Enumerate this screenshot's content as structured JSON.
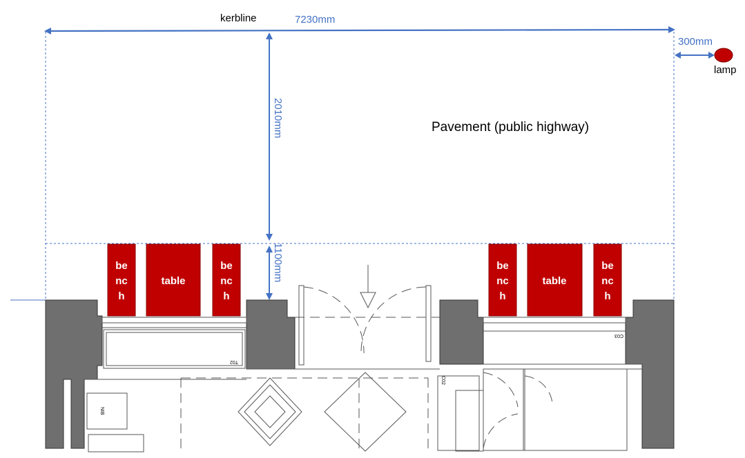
{
  "labels": {
    "kerbline": "kerbline",
    "pavement": "Pavement (public highway)",
    "lamp": "lamp"
  },
  "dimensions": {
    "width": "7230mm",
    "lamp_offset": "300mm",
    "pavement_depth": "2010mm",
    "seating_depth": "1100mm"
  },
  "furniture": {
    "left": [
      {
        "lines": [
          "be",
          "nc",
          "h"
        ]
      },
      {
        "lines": [
          "table"
        ]
      },
      {
        "lines": [
          "be",
          "nc",
          "h"
        ]
      }
    ],
    "right": [
      {
        "lines": [
          "be",
          "nc",
          "h"
        ]
      },
      {
        "lines": [
          "table"
        ]
      },
      {
        "lines": [
          "be",
          "nc",
          "h"
        ]
      }
    ]
  },
  "plan_codes": {
    "t02": "T02",
    "c03": "C03",
    "c02": "C02",
    "nib": "NIB"
  },
  "colors": {
    "dimension": "#4472c4",
    "furniture": "#c00000",
    "lamp": "#c00000",
    "wall": "#6f6f6f"
  }
}
